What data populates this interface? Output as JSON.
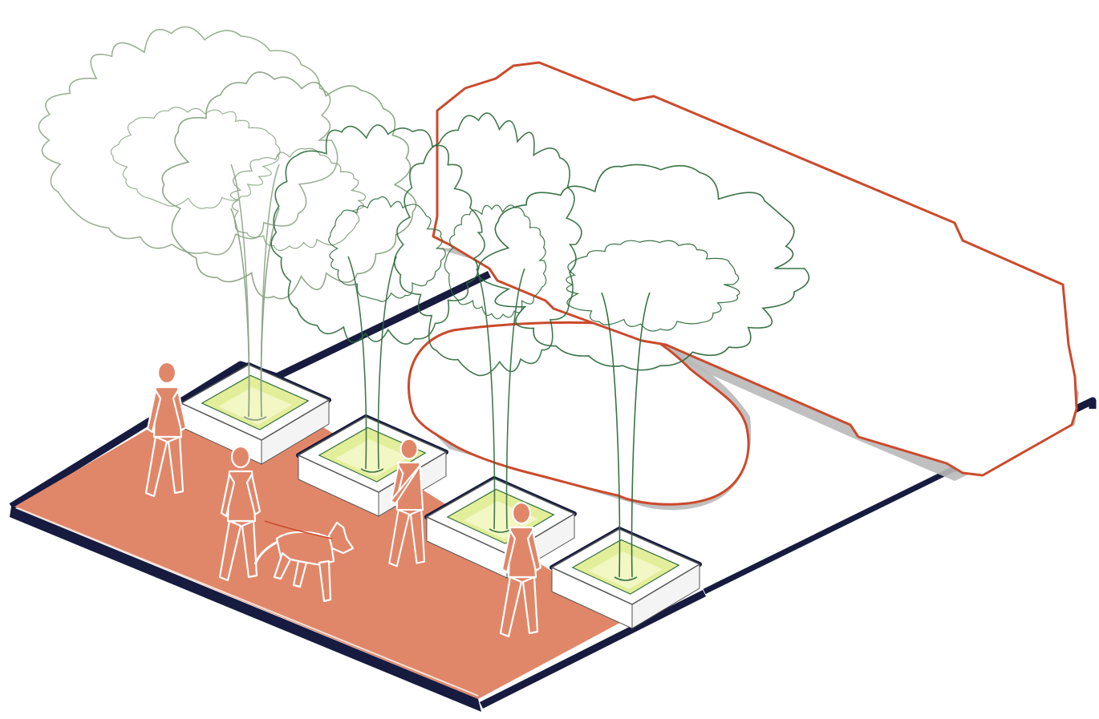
{
  "diagram": {
    "colors": {
      "sidewalk": "#e0876a",
      "sidewalk_edge": "#f7e3da",
      "border": "#161b3f",
      "planter_fill": "#ffffff",
      "planter_soil": "#e3ee9a",
      "planter_soil_light": "#f2f7c4",
      "tree_light": "#8aa383",
      "tree_dark": "#2e6b3c",
      "vehicle_outline": "#cb4a2c",
      "shadow": "#b9b9b9",
      "person": "#e0876a"
    },
    "elements": {
      "trees": 5,
      "planters": 4,
      "people": 4,
      "dogs": 1,
      "vehicles": 2
    }
  }
}
